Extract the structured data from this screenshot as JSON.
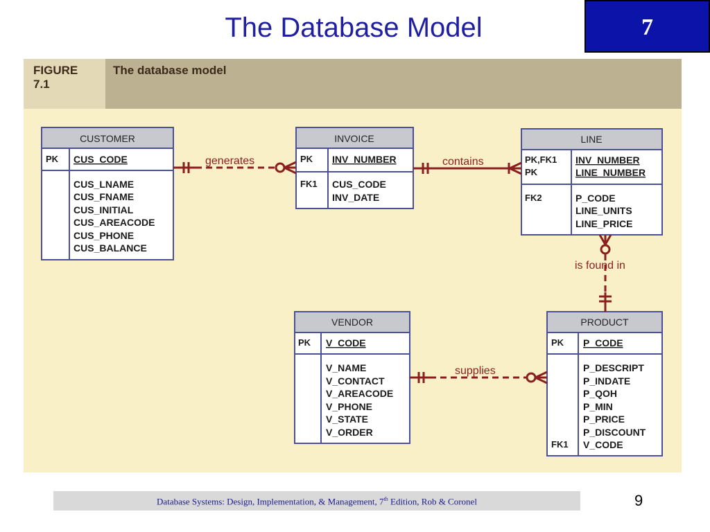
{
  "slide": {
    "title": "The Database Model",
    "chapter_number": "7",
    "page_number": "9"
  },
  "figure": {
    "label_line1": "FIGURE",
    "label_line2": "7.1",
    "caption": "The database model"
  },
  "footer": {
    "text_before": "Database Systems: Design, Implementation, & Management, 7",
    "superscript": "th",
    "text_after": " Edition, Rob & Coronel"
  },
  "entities": {
    "customer": {
      "name": "CUSTOMER",
      "pk_key": "PK",
      "pk_fields": [
        "CUS_CODE"
      ],
      "attributes": [
        "CUS_LNAME",
        "CUS_FNAME",
        "CUS_INITIAL",
        "CUS_AREACODE",
        "CUS_PHONE",
        "CUS_BALANCE"
      ]
    },
    "invoice": {
      "name": "INVOICE",
      "pk_key": "PK",
      "pk_fields": [
        "INV_NUMBER"
      ],
      "fk_key": "FK1",
      "attributes": [
        "CUS_CODE",
        "INV_DATE"
      ]
    },
    "line": {
      "name": "LINE",
      "pk_keys": [
        "PK,FK1",
        "PK"
      ],
      "pk_fields": [
        "INV_NUMBER",
        "LINE_NUMBER"
      ],
      "fk_key": "FK2",
      "attributes": [
        "P_CODE",
        "LINE_UNITS",
        "LINE_PRICE"
      ]
    },
    "vendor": {
      "name": "VENDOR",
      "pk_key": "PK",
      "pk_fields": [
        "V_CODE"
      ],
      "attributes": [
        "V_NAME",
        "V_CONTACT",
        "V_AREACODE",
        "V_PHONE",
        "V_STATE",
        "V_ORDER"
      ]
    },
    "product": {
      "name": "PRODUCT",
      "pk_key": "PK",
      "pk_fields": [
        "P_CODE"
      ],
      "fk_key": "FK1",
      "attributes": [
        "P_DESCRIPT",
        "P_INDATE",
        "P_QOH",
        "P_MIN",
        "P_PRICE",
        "P_DISCOUNT",
        "V_CODE"
      ]
    }
  },
  "relationships": {
    "generates": "generates",
    "contains": "contains",
    "is_found_in": "is found in",
    "supplies": "supplies"
  },
  "colors": {
    "title": "#1f1fa0",
    "chapter_box": "#0b13a8",
    "entity_border": "#4a4f9a",
    "entity_header": "#c8c9cf",
    "relationship": "#8b1f1f",
    "panel": "#f9f0c8",
    "panel_header": "#bcb190"
  }
}
